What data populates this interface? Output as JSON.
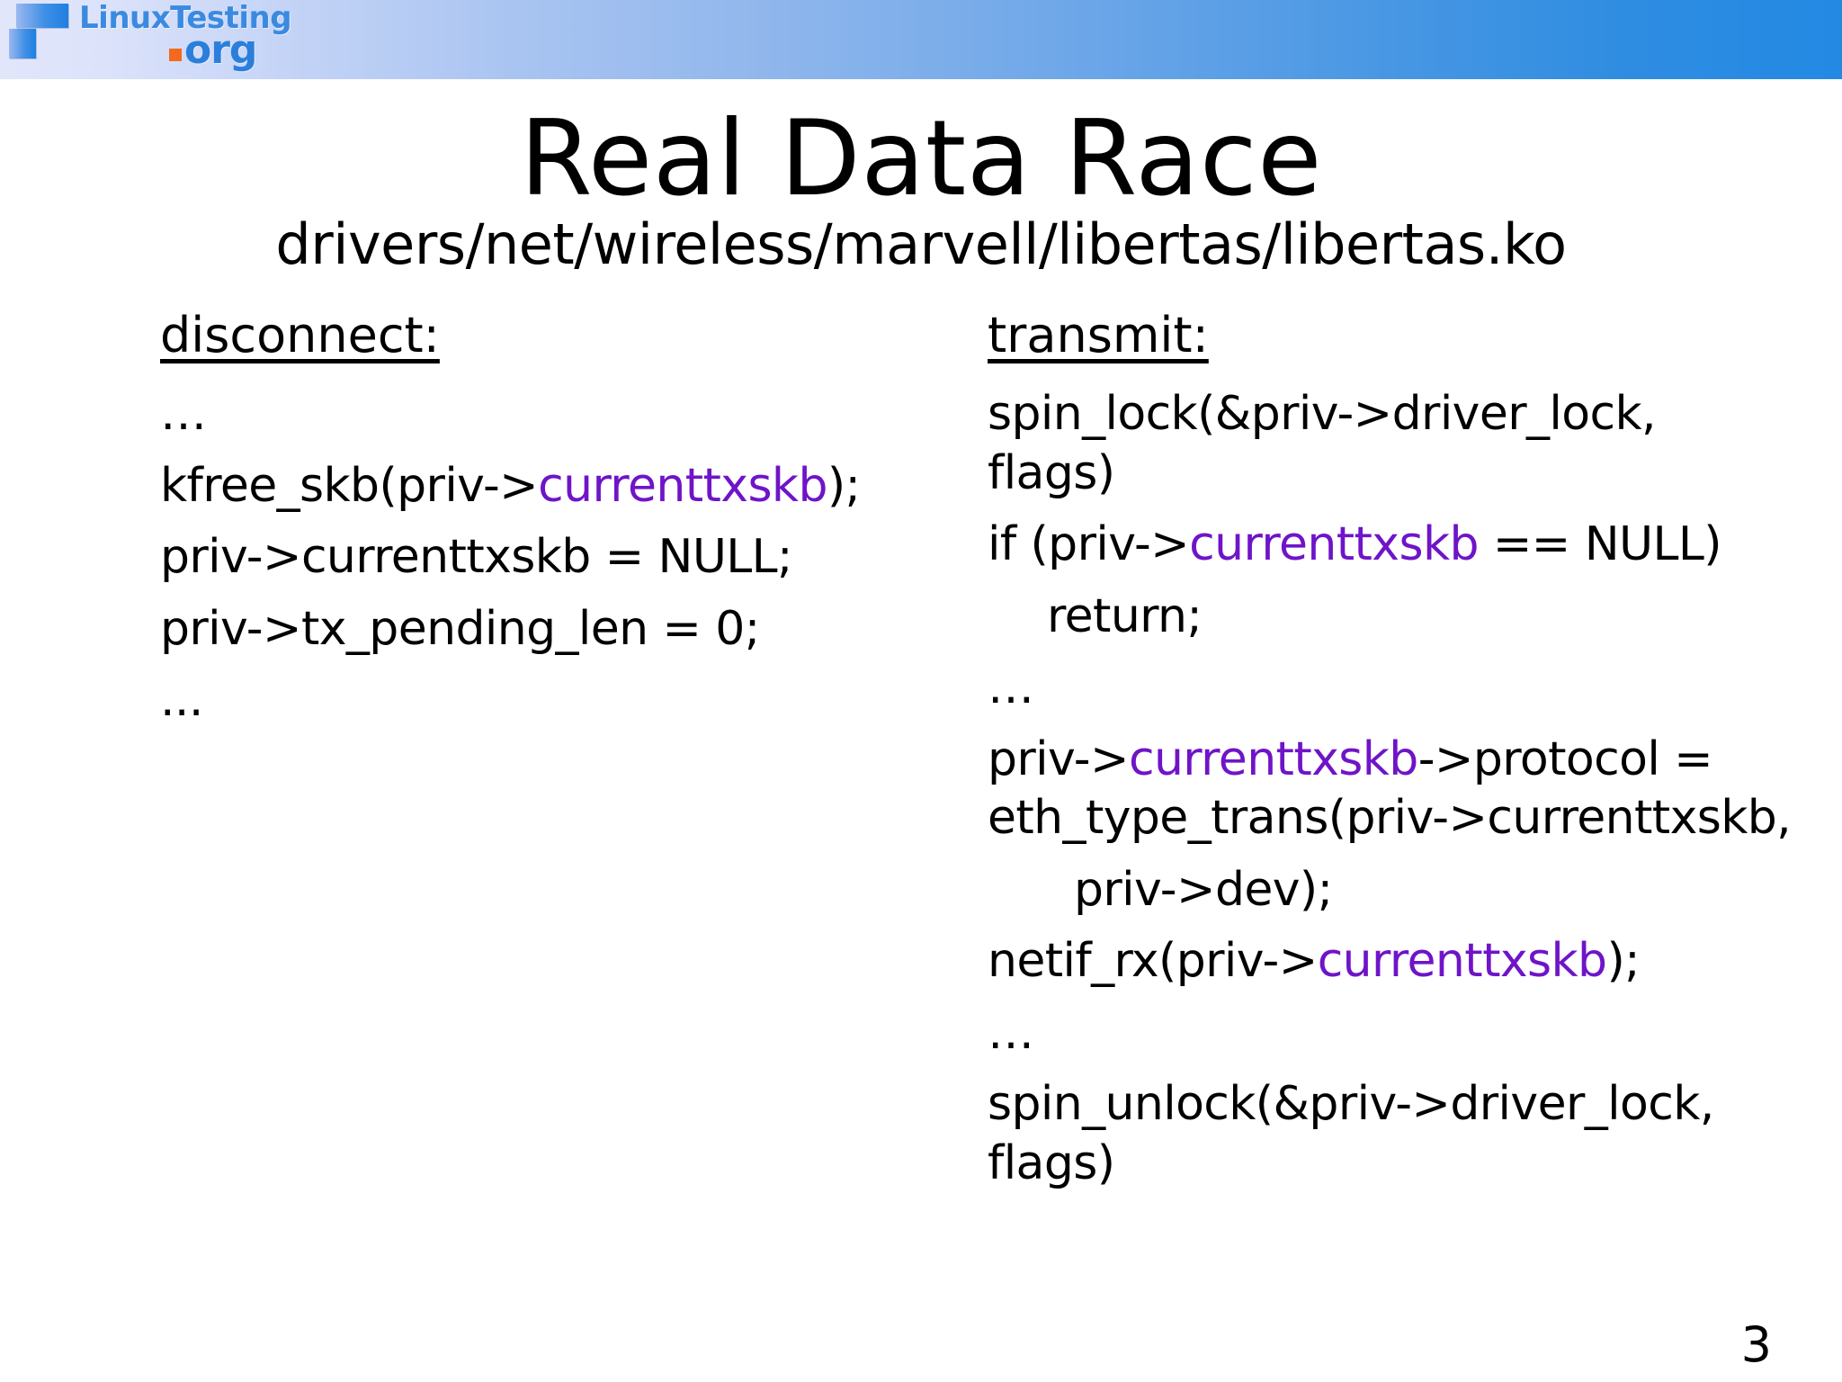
{
  "header": {
    "logo": {
      "line1": "LinuxTesting",
      "line2_dot": ".",
      "line2": "org"
    },
    "colors": {
      "gradient_left": "#e2e6fb",
      "gradient_right": "#2389e3",
      "logo_blue": "#3a8ae0",
      "logo_orange": "#f4691c"
    }
  },
  "slide": {
    "title": "Real Data Race",
    "subtitle": "drivers/net/wireless/marvell/libertas/libertas.ko",
    "page_number": "3",
    "highlight_color": "#6f14c8"
  },
  "columns": {
    "left": {
      "heading": "disconnect:",
      "lines": [
        {
          "id": "l0",
          "text": "…"
        },
        {
          "id": "l1a",
          "text": "kfree_skb(priv->"
        },
        {
          "id": "l1b",
          "text": "currenttxskb"
        },
        {
          "id": "l1c",
          "text": ");"
        },
        {
          "id": "l2",
          "text": "priv->currenttxskb = NULL;"
        },
        {
          "id": "l3",
          "text": "priv->tx_pending_len = 0;"
        },
        {
          "id": "l4",
          "text": "..."
        }
      ]
    },
    "right": {
      "heading": "transmit:",
      "lines": [
        {
          "id": "r0",
          "text": "spin_lock(&priv->driver_lock, flags)"
        },
        {
          "id": "r1a",
          "text": "if (priv->"
        },
        {
          "id": "r1b",
          "text": "currenttxskb"
        },
        {
          "id": "r1c",
          "text": " == NULL)"
        },
        {
          "id": "r2",
          "text": "return;"
        },
        {
          "id": "r3",
          "text": "…"
        },
        {
          "id": "r4a",
          "text": "priv->"
        },
        {
          "id": "r4b",
          "text": "currenttxskb"
        },
        {
          "id": "r4c",
          "text": "->protocol ="
        },
        {
          "id": "r5",
          "text": "eth_type_trans(priv->currenttxskb,"
        },
        {
          "id": "r6",
          "text": "priv->dev);"
        },
        {
          "id": "r7a",
          "text": "netif_rx(priv->"
        },
        {
          "id": "r7b",
          "text": "currenttxskb"
        },
        {
          "id": "r7c",
          "text": ");"
        },
        {
          "id": "r8",
          "text": "…"
        },
        {
          "id": "r9",
          "text": "spin_unlock(&priv->driver_lock,"
        },
        {
          "id": "r10",
          "text": "flags)"
        }
      ]
    }
  }
}
